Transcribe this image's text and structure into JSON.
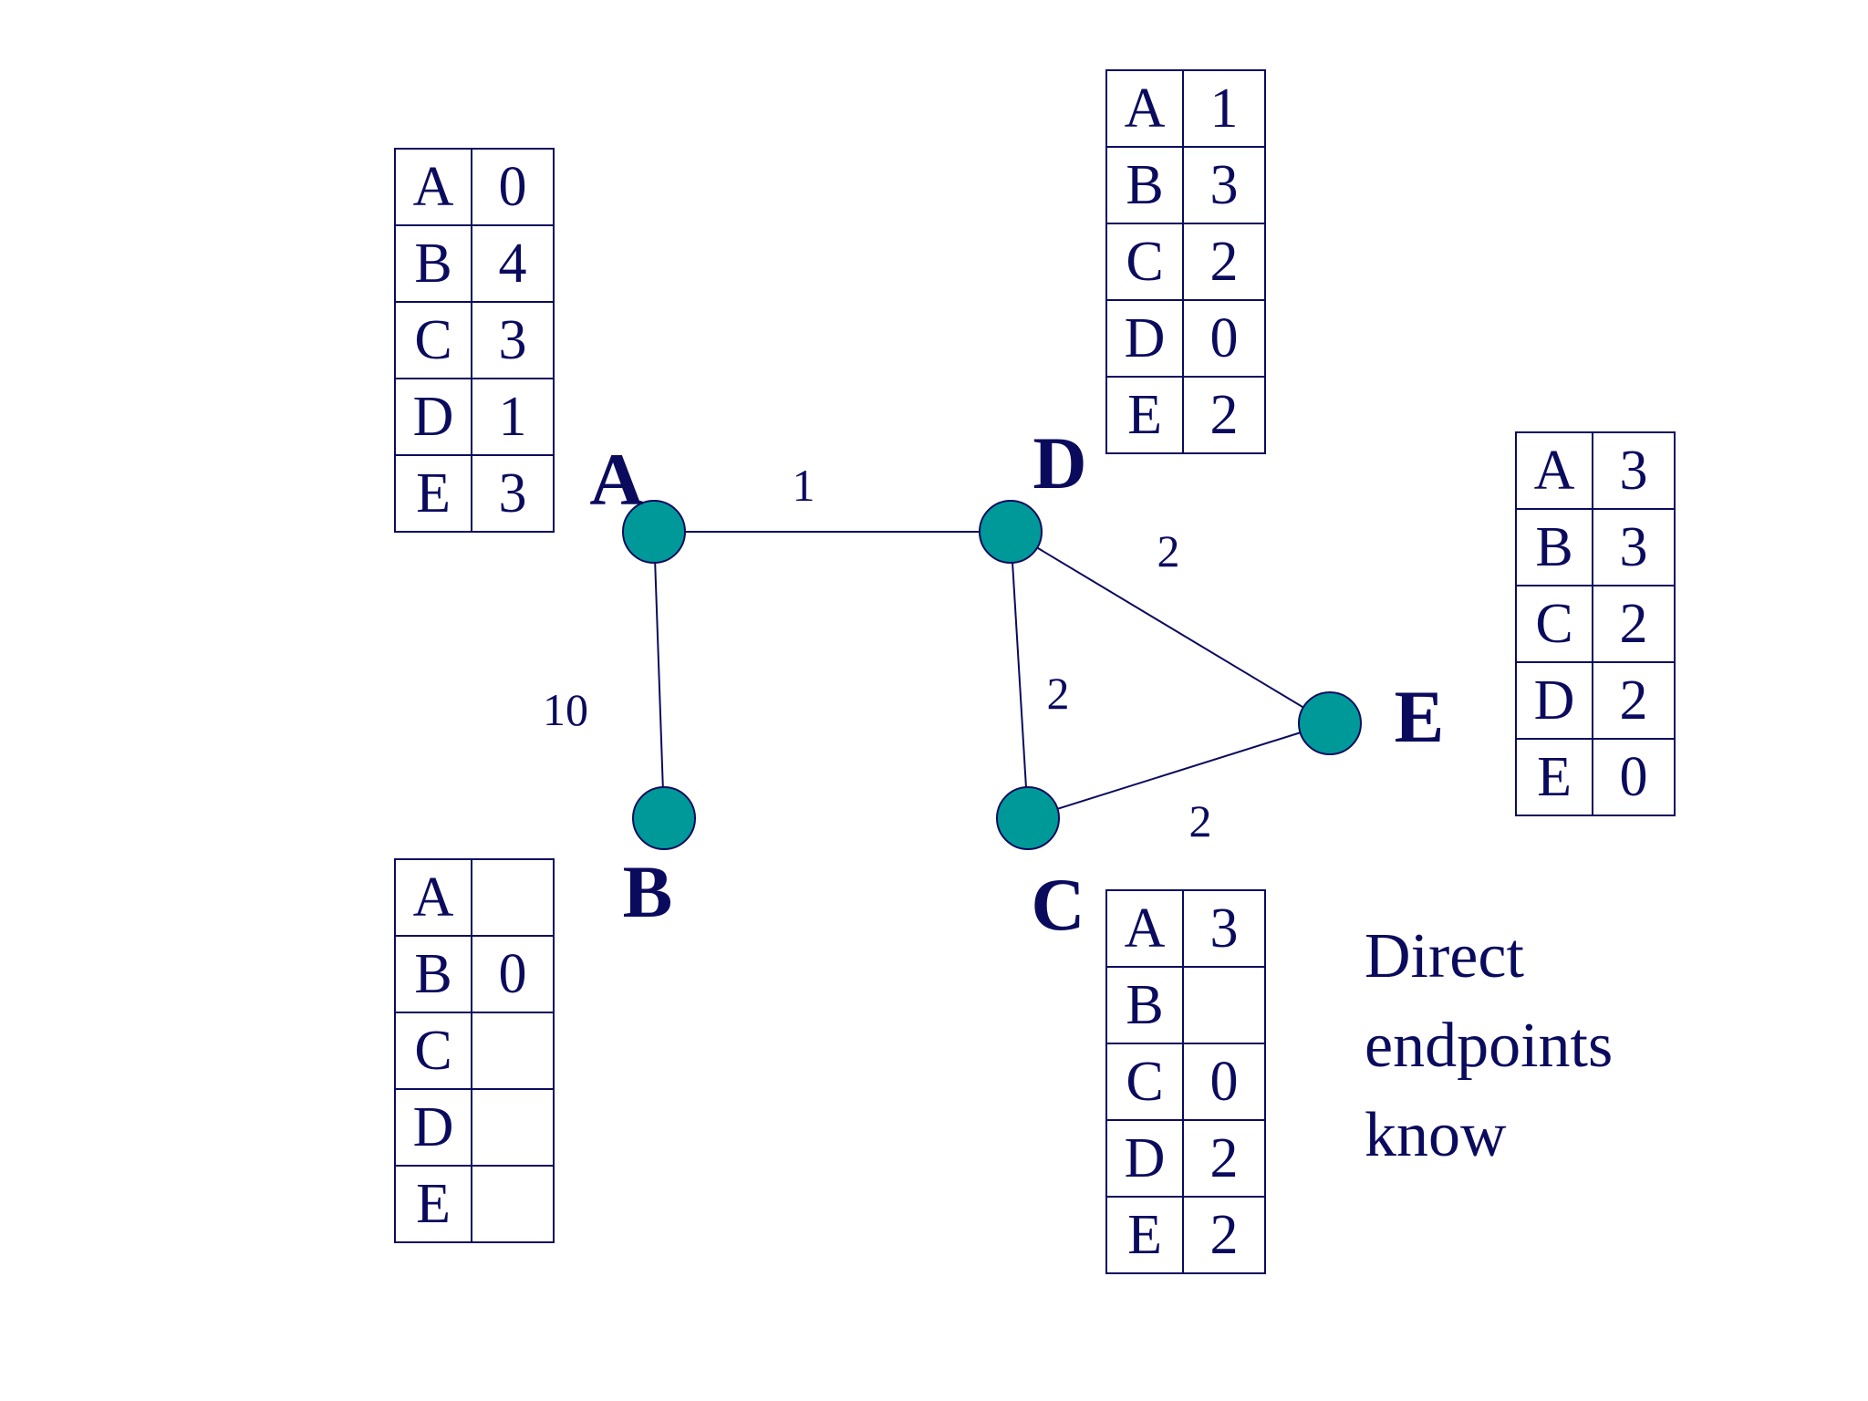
{
  "nodes": [
    {
      "id": "A",
      "label": "A"
    },
    {
      "id": "D",
      "label": "D"
    },
    {
      "id": "E",
      "label": "E"
    },
    {
      "id": "B",
      "label": "B"
    },
    {
      "id": "C",
      "label": "C"
    }
  ],
  "edges": [
    {
      "from": "A",
      "to": "D",
      "weight": "1"
    },
    {
      "from": "A",
      "to": "B",
      "weight": "10"
    },
    {
      "from": "D",
      "to": "E",
      "weight": "2"
    },
    {
      "from": "D",
      "to": "C",
      "weight": "2"
    },
    {
      "from": "C",
      "to": "E",
      "weight": "2"
    }
  ],
  "tables": {
    "A": [
      [
        "A",
        "0"
      ],
      [
        "B",
        "4"
      ],
      [
        "C",
        "3"
      ],
      [
        "D",
        "1"
      ],
      [
        "E",
        "3"
      ]
    ],
    "D": [
      [
        "A",
        "1"
      ],
      [
        "B",
        "3"
      ],
      [
        "C",
        "2"
      ],
      [
        "D",
        "0"
      ],
      [
        "E",
        "2"
      ]
    ],
    "E": [
      [
        "A",
        "3"
      ],
      [
        "B",
        "3"
      ],
      [
        "C",
        "2"
      ],
      [
        "D",
        "2"
      ],
      [
        "E",
        "0"
      ]
    ],
    "B": [
      [
        "A",
        ""
      ],
      [
        "B",
        "0"
      ],
      [
        "C",
        ""
      ],
      [
        "D",
        ""
      ],
      [
        "E",
        ""
      ]
    ],
    "C": [
      [
        "A",
        "3"
      ],
      [
        "B",
        ""
      ],
      [
        "C",
        "0"
      ],
      [
        "D",
        "2"
      ],
      [
        "E",
        "2"
      ]
    ]
  },
  "note": {
    "lines": [
      "Direct",
      "endpoints",
      "know"
    ]
  },
  "colors": {
    "node_fill": "#009999",
    "ink": "#0b0b5e"
  }
}
